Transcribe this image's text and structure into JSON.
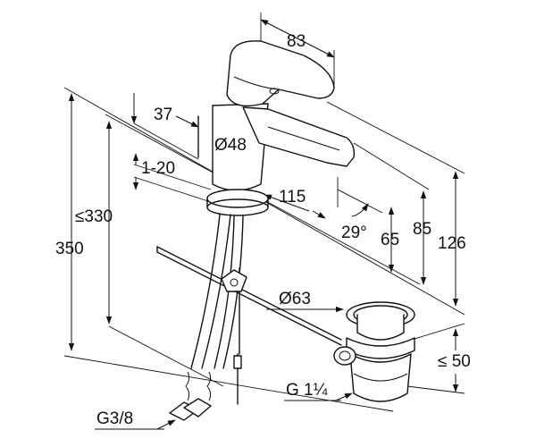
{
  "labels": {
    "d83": "83",
    "d37": "37",
    "d48": "Ø48",
    "d120": "1-20",
    "d115": "115",
    "d29": "29°",
    "d330": "≤330",
    "d350": "350",
    "d65": "65",
    "d85": "85",
    "d126": "126",
    "d63": "Ø63",
    "d50": "≤ 50",
    "g114": "G 1¼",
    "g38": "G3/8"
  }
}
